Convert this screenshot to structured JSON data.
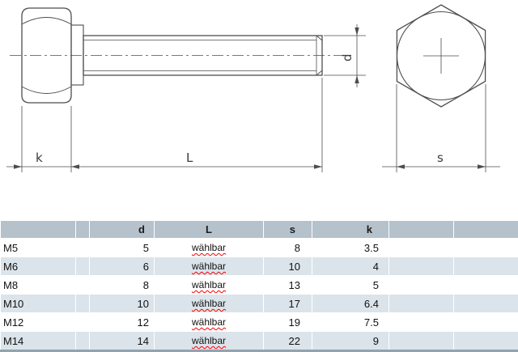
{
  "drawing": {
    "labels": {
      "k": "k",
      "L": "L",
      "d": "d",
      "s": "s"
    }
  },
  "table": {
    "headers": {
      "size": "",
      "spacer": "",
      "d": "d",
      "L": "L",
      "s": "s",
      "k": "k",
      "extra1": "",
      "extra2": ""
    },
    "rows": [
      {
        "size": "M5",
        "d": "5",
        "L": "wählbar",
        "s": "8",
        "k": "3.5"
      },
      {
        "size": "M6",
        "d": "6",
        "L": "wählbar",
        "s": "10",
        "k": "4"
      },
      {
        "size": "M8",
        "d": "8",
        "L": "wählbar",
        "s": "13",
        "k": "5"
      },
      {
        "size": "M10",
        "d": "10",
        "L": "wählbar",
        "s": "17",
        "k": "6.4"
      },
      {
        "size": "M12",
        "d": "12",
        "L": "wählbar",
        "s": "19",
        "k": "7.5"
      },
      {
        "size": "M14",
        "d": "14",
        "L": "wählbar",
        "s": "22",
        "k": "9"
      }
    ],
    "colors": {
      "header_bg": "#b5c1cb",
      "row_alt_bg": "#dbe4ea",
      "row_bg": "#ffffff",
      "border_bottom": "#92a2ae",
      "spellcheck_underline": "#ff0000"
    }
  }
}
